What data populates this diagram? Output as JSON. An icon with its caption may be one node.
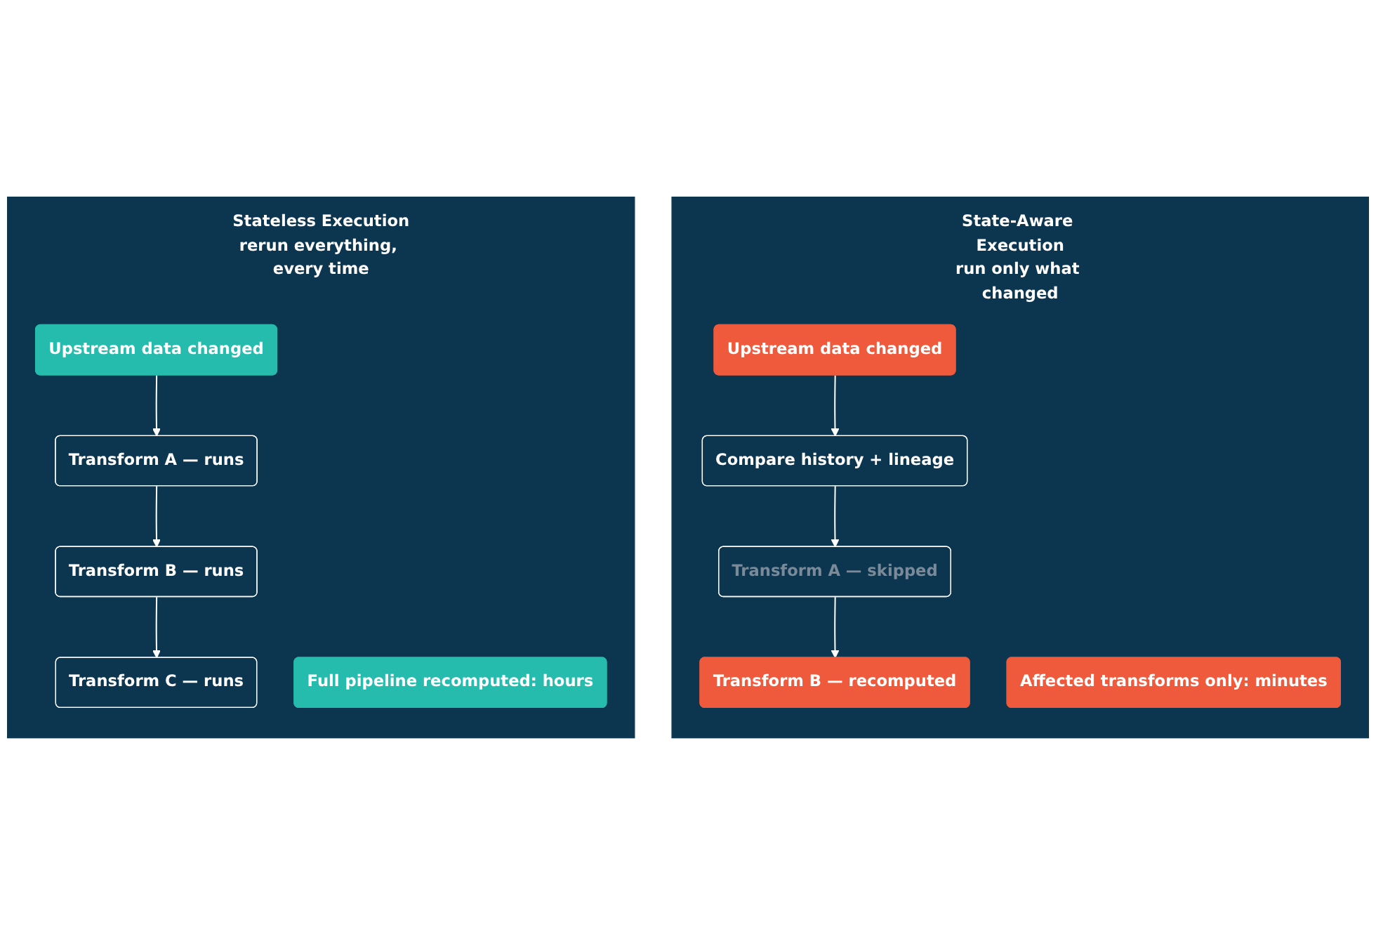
{
  "diagram": {
    "nodes": [
      {
        "text": [
          "Stateless Execution",
          "rerun everything, every time"
        ]
      },
      {
        "text": [
          "Upstream data changed"
        ],
        "in": 0
      },
      {
        "text": [
          "Transform A — runs"
        ],
        "in": 0
      },
      {
        "text": [
          "Transform B — runs"
        ],
        "in": 0
      },
      {
        "text": [
          "Transform C — runs"
        ],
        "in": 0
      },
      {
        "text": [
          "Full pipeline recomputed: hours"
        ],
        "in": 0
      },
      {
        "text": [
          "State-Aware Execution",
          "run only what changed"
        ]
      },
      {
        "text": [
          "Upstream data changed"
        ],
        "in": 6
      },
      {
        "text": [
          "Compare history + lineage"
        ],
        "in": 6
      },
      {
        "text": [
          "Transform A — skipped"
        ],
        "in": 6
      },
      {
        "text": [
          "Transform B — recomputed"
        ],
        "in": 6
      },
      {
        "text": [
          "Affected transforms only: minutes"
        ],
        "in": 6
      }
    ],
    "edges": [
      {
        "from": 1,
        "to": 2,
        "arrow": "to"
      },
      {
        "from": 2,
        "to": 3,
        "arrow": "to"
      },
      {
        "from": 3,
        "to": 4,
        "arrow": "to"
      },
      {
        "from": 7,
        "to": 8,
        "arrow": "to"
      },
      {
        "from": 8,
        "to": 9,
        "arrow": "to"
      },
      {
        "from": 9,
        "to": 10,
        "arrow": "to"
      }
    ]
  }
}
